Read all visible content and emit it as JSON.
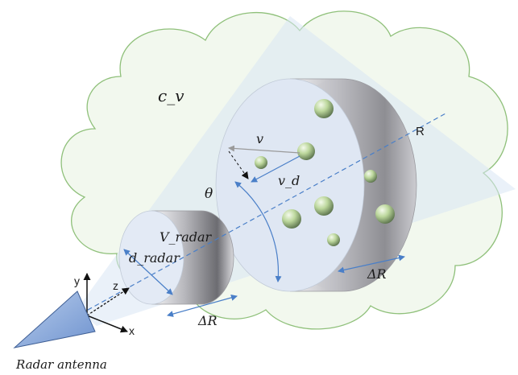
{
  "labels": {
    "cv": "c_v",
    "R": "R",
    "v": "v",
    "vd": "v_d",
    "theta": "θ",
    "v_radar": "V_radar",
    "d_radar": "d_radar",
    "delta_r_far": "ΔR",
    "delta_r_near": "ΔR",
    "axis_x": "x",
    "axis_y": "y",
    "axis_z": "z",
    "radar_antenna": "Radar antenna"
  },
  "colors": {
    "cloud_fill": "#eef6e9",
    "cloud_stroke": "#8fc07a",
    "beam_fill": "#dbe7f5",
    "cylinder_face": "#dde6f3",
    "cylinder_side_dark": "#6f6f73",
    "cylinder_side_light": "#e5e5e8",
    "droplet": "#c9dfae",
    "arrow_blue": "#4a7fc8",
    "antenna": "#8faede"
  },
  "icons": [
    "radar-antenna-icon",
    "droplet-icon",
    "cloud-icon"
  ]
}
